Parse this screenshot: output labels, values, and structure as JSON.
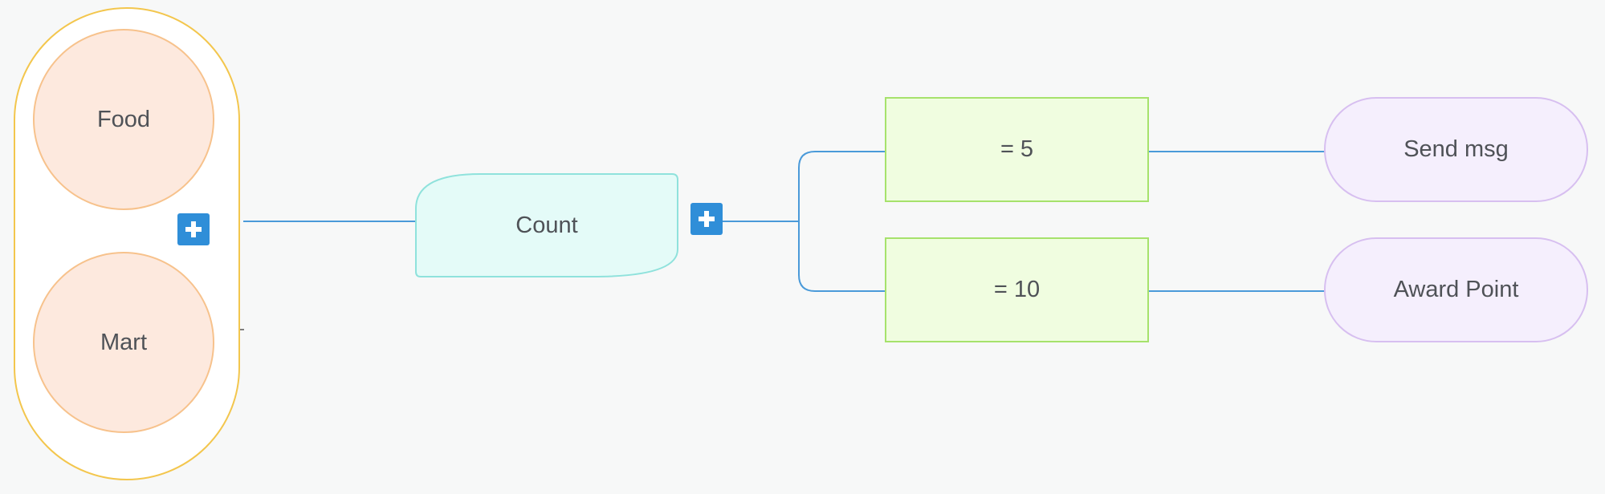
{
  "colors": {
    "background": "#f7f8f8",
    "connector": "#4a9ad9",
    "group_border": "#f3c64d",
    "circle_fill": "#fde9de",
    "circle_border": "#f7c28c",
    "count_fill": "#e4fbf8",
    "count_border": "#8fe2dc",
    "condition_fill": "#f0fde0",
    "condition_border": "#a6e26c",
    "action_fill": "#f5effd",
    "action_border": "#d7bff0",
    "plus_button": "#2f8ed8"
  },
  "group": {
    "items": [
      {
        "label": "Food"
      },
      {
        "label": "Mart"
      }
    ]
  },
  "count_node": {
    "label": "Count"
  },
  "conditions": [
    {
      "label": "= 5"
    },
    {
      "label": "= 10"
    }
  ],
  "actions": [
    {
      "label": "Send msg"
    },
    {
      "label": "Award Point"
    }
  ],
  "icons": {
    "expand": "plus-icon"
  }
}
